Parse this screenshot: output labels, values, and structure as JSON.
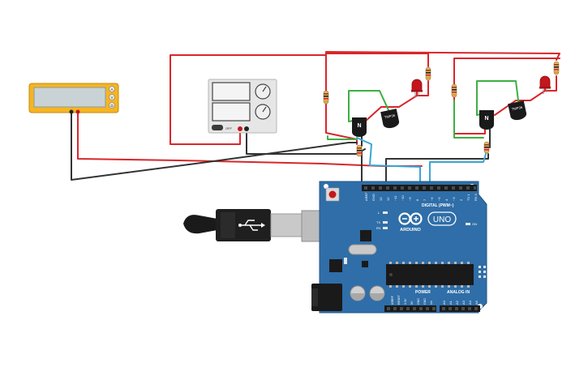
{
  "colors": {
    "wire_red": "#d9262b",
    "wire_black": "#333333",
    "wire_green": "#3cb043",
    "wire_blue": "#3aa6d6",
    "board_blue": "#2f6ea8",
    "led_red": "#c4161c",
    "multimeter_yellow": "#f5b521"
  },
  "multimeter": {
    "buttons": [
      "A",
      "V",
      "Ω"
    ]
  },
  "power_supply": {
    "off_label": "OFF"
  },
  "sensors": {
    "left_label": "TMP36",
    "right_label": "TMP36"
  },
  "transistors": {
    "left_label": "N",
    "right_label": "N"
  },
  "arduino": {
    "brand": "ARDUINO",
    "model": "UNO",
    "on_label": "ON",
    "l_label": "L",
    "tx_label": "TX",
    "rx_label": "RX",
    "digital_label": "DIGITAL (PWM~)",
    "power_label": "POWER",
    "analog_label": "ANALOG IN",
    "digital_pins": [
      "AREF",
      "GND",
      "13",
      "12",
      "~11",
      "~10",
      "~9",
      "8",
      "7",
      "~6",
      "~5",
      "4",
      "~3",
      "2",
      "TX 1",
      "RX 0"
    ],
    "power_pins": [
      "IOREF",
      "RESET",
      "3.3V",
      "5V",
      "GND",
      "GND",
      "Vin"
    ],
    "analog_pins": [
      "A0",
      "A1",
      "A2",
      "A3",
      "A4",
      "A5"
    ]
  }
}
